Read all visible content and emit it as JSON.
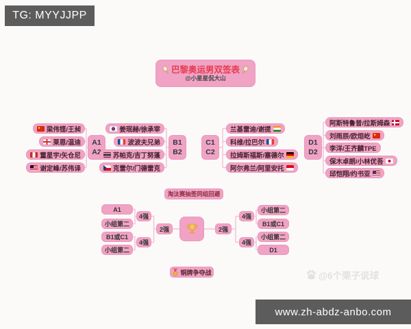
{
  "overlays": {
    "tg_label": "TG: MYYJJPP",
    "url_label": "www.zh-abdz-anbo.com"
  },
  "title": {
    "main": "巴黎奥运男双签表",
    "author": "@小星星侃大山",
    "side_icon": "badminton-racket"
  },
  "groups": [
    {
      "label_top": "A1",
      "label_bottom": "A2",
      "teams": [
        {
          "name": "梁伟铿/王昶",
          "flag": "china"
        },
        {
          "name": "莱恩/温迪",
          "flag": "england"
        },
        {
          "name": "董星宇/矢仓尼",
          "flag": "canada"
        },
        {
          "name": "谢定峰/苏伟译",
          "flag": "malaysia"
        }
      ]
    },
    {
      "label_top": "B1",
      "label_bottom": "B2",
      "teams": [
        {
          "name": "姜珉赫/徐承宰",
          "flag": "south-korea"
        },
        {
          "name": "波波夫兄弟",
          "flag": "france"
        },
        {
          "name": "苏帕克/吉丁努蓬",
          "flag": "thailand"
        },
        {
          "name": "克雷尔/门德雷克",
          "flag": "czech"
        }
      ]
    },
    {
      "label_top": "C1",
      "label_bottom": "C2",
      "teams": [
        {
          "name": "兰基雷迪/谢提",
          "flag": "india"
        },
        {
          "name": "科维/拉巴尔",
          "flag": "france"
        },
        {
          "name": "拉姆斯福斯/塞德尔",
          "flag": "germany"
        },
        {
          "name": "阿尔弗兰/阿里安托",
          "flag": "indonesia"
        }
      ]
    },
    {
      "label_top": "D1",
      "label_bottom": "D2",
      "teams": [
        {
          "name": "阿斯特鲁普/拉斯姆森",
          "flag": "denmark"
        },
        {
          "name": "刘雨辰/欧烜屹",
          "flag": "china"
        },
        {
          "name": "李洋/王齐麟TPE",
          "flag": "none"
        },
        {
          "name": "保木卓朗/小林优吾",
          "flag": "japan"
        },
        {
          "name": "邱恺翔/约书亚",
          "flag": "usa"
        }
      ]
    }
  ],
  "knockout": {
    "note": "淘汰赛抽签同组回避",
    "trophy_icon": "trophy",
    "left": {
      "slots": [
        "A1",
        "小组第二",
        "B1或C1",
        "小组第二"
      ],
      "sf_top": "4强",
      "sf_bottom": "4强",
      "final": "2强"
    },
    "right": {
      "slots": [
        "小组第二",
        "B1或C1",
        "小组第二",
        "D1"
      ],
      "sf_top": "4强",
      "sf_bottom": "4强",
      "final": "2强"
    }
  },
  "bronze": {
    "label": "铜牌争夺战",
    "icon": "medal"
  },
  "watermark": {
    "label": "@6个栗子说球",
    "icon": "baidu-paw"
  },
  "colors": {
    "box_pink": "#f0a3c4",
    "bar_gray": "#5c5c5c",
    "title_red": "#e73b4f",
    "connector_pink": "#f3c2d8"
  }
}
